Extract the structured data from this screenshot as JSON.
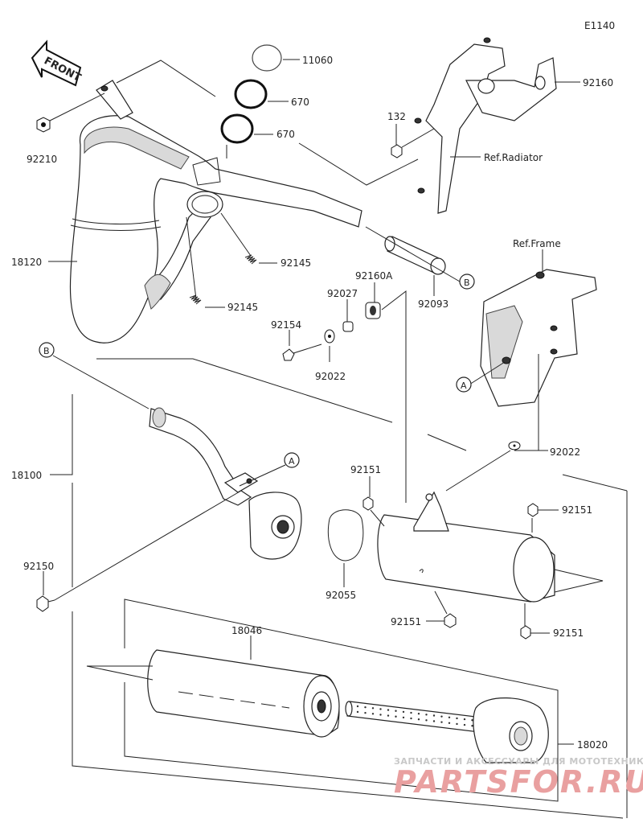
{
  "diagram_code": "E1140",
  "front_label": "FRONT",
  "callouts": {
    "b_letter": "B",
    "a_letter": "A"
  },
  "refs": {
    "radiator": "Ref.Radiator",
    "frame": "Ref.Frame"
  },
  "parts": {
    "p11060": "11060",
    "p670a": "670",
    "p670b": "670",
    "p92160": "92160",
    "p132": "132",
    "p92210": "92210",
    "p18120": "18120",
    "p92145a": "92145",
    "p92145b": "92145",
    "p92160a": "92160A",
    "p92027": "92027",
    "p92154": "92154",
    "p92022a": "92022",
    "p92093": "92093",
    "p18100": "18100",
    "p92022b": "92022",
    "p92151a": "92151",
    "p92151b": "92151",
    "p92150": "92150",
    "p92055": "92055",
    "p92151c": "92151",
    "p92151d": "92151",
    "p18046": "18046",
    "p18020": "18020"
  },
  "watermark": {
    "line1": "ЗАПЧАСТИ И АКСЕССУАРЫ ДЛЯ МОТОТЕХНИКИ",
    "line2": "PARTSFOR.RU"
  }
}
